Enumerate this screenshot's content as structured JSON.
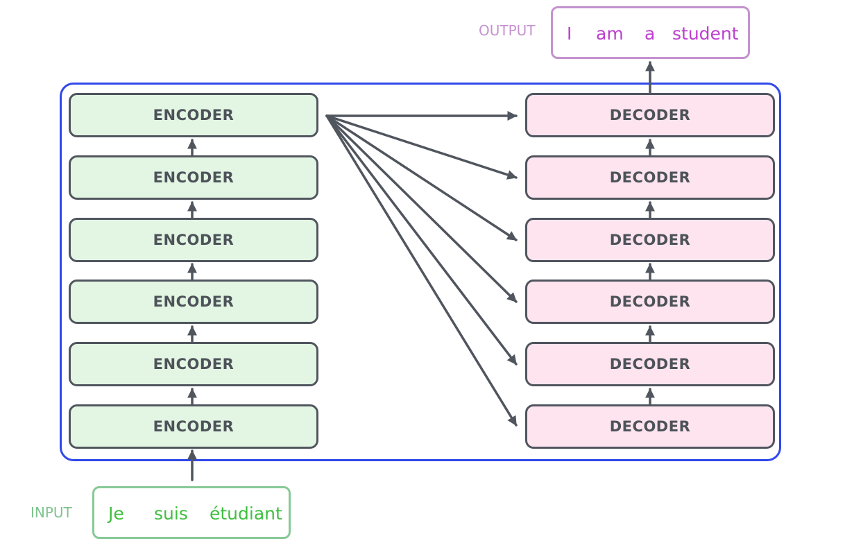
{
  "diagram": {
    "input_label": "INPUT",
    "output_label": "OUTPUT",
    "input_tokens": [
      "Je",
      "suis",
      "étudiant"
    ],
    "output_tokens": [
      "I",
      "am",
      "a",
      "student"
    ],
    "encoders": [
      "ENCODER",
      "ENCODER",
      "ENCODER",
      "ENCODER",
      "ENCODER",
      "ENCODER"
    ],
    "decoders": [
      "DECODER",
      "DECODER",
      "DECODER",
      "DECODER",
      "DECODER",
      "DECODER"
    ]
  },
  "colors": {
    "frame": "#2f48ea",
    "encoder_fill": "#e2f6e3",
    "decoder_fill": "#fde4ef",
    "block_border": "#50555e",
    "arrow": "#50555e",
    "input_text": "#3fbf3f",
    "output_text": "#bd3fcf"
  }
}
